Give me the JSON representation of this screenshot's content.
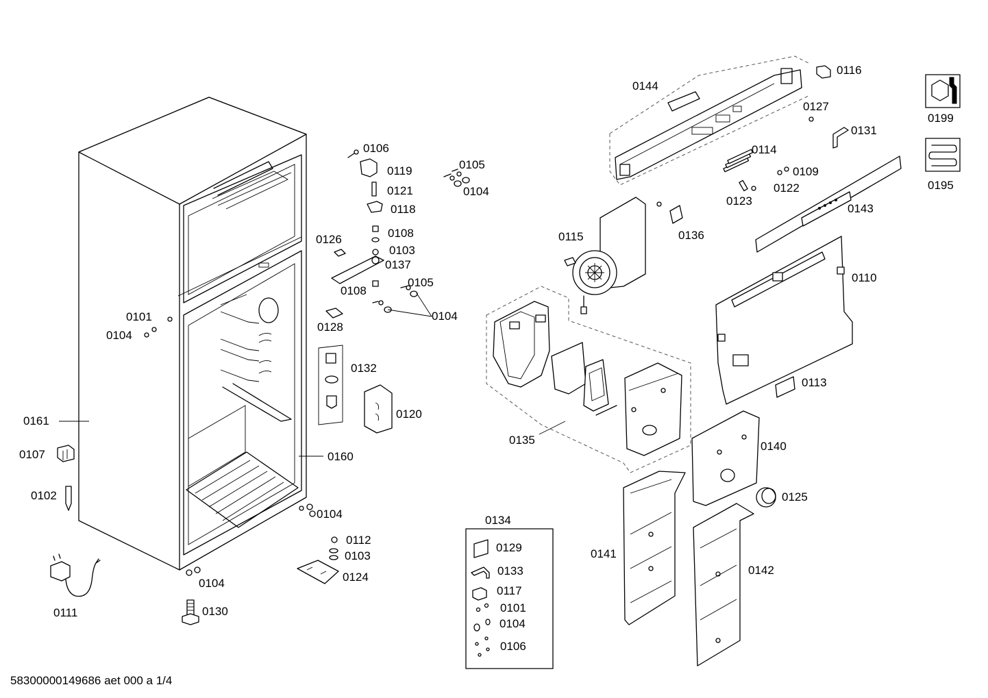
{
  "labels": {
    "0101a": "0101",
    "0101b": "0101",
    "0102": "0102",
    "0103a": "0103",
    "0103b": "0103",
    "0104a": "0104",
    "0104b": "0104",
    "0104c": "0104",
    "0104d": "0104",
    "0104e": "0104",
    "0104f": "0104",
    "0105a": "0105",
    "0105b": "0105",
    "0106a": "0106",
    "0106b": "0106",
    "0107": "0107",
    "0108a": "0108",
    "0108b": "0108",
    "0109": "0109",
    "0110": "0110",
    "0111": "0111",
    "0112": "0112",
    "0113": "0113",
    "0114": "0114",
    "0115": "0115",
    "0116": "0116",
    "0117": "0117",
    "0118": "0118",
    "0119": "0119",
    "0120": "0120",
    "0121": "0121",
    "0122": "0122",
    "0123": "0123",
    "0124": "0124",
    "0125": "0125",
    "0126": "0126",
    "0127": "0127",
    "0128": "0128",
    "0129": "0129",
    "0130": "0130",
    "0131": "0131",
    "0132": "0132",
    "0133": "0133",
    "0134": "0134",
    "0135": "0135",
    "0136": "0136",
    "0137": "0137",
    "0140": "0140",
    "0141": "0141",
    "0142": "0142",
    "0143": "0143",
    "0144": "0144",
    "0160": "0160",
    "0161": "0161",
    "0195": "0195",
    "0199": "0199"
  },
  "footer": "58300000149686 aet 000 a 1/4",
  "icons": {
    "service": "wrench-nut-icon",
    "heater": "heating-coil-icon"
  }
}
